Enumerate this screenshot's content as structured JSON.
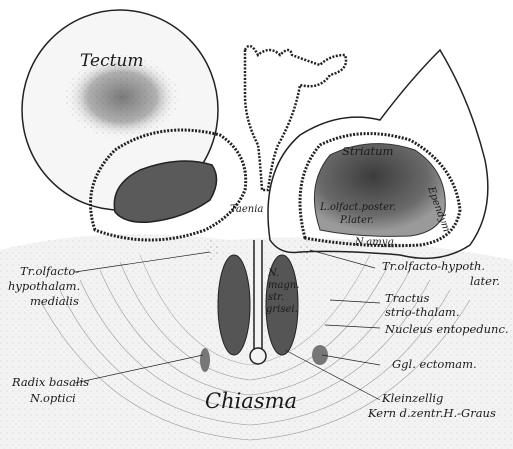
{
  "labels": {
    "tectum": "Tectum",
    "striatum": "Striatum",
    "taenia": "Taenia",
    "l_olfact": "L.olfact.poster.",
    "p_later": "P.later.",
    "ependym": "Ependym",
    "n_amyg": "N.amyg.",
    "n_magn_1": "N.",
    "n_magn_2": "magn.",
    "n_magn_3": "str.",
    "n_magn_4": "grisei.",
    "tr_olfacto_hyp_1": "Tr.olfacto-",
    "tr_olfacto_hyp_2": "hypothalam.",
    "tr_olfacto_hyp_3": "medialis",
    "tr_olfacto_lat_1": "Tr.olfacto-hypoth.",
    "tr_olfacto_lat_2": "later.",
    "tractus_1": "Tractus",
    "tractus_2": "strio-thalam.",
    "nucleus_ento": "Nucleus entopedunc.",
    "ggl_ectomam": "Ggl. ectomam.",
    "radix_1": "Radix basalis",
    "radix_2": "N.optici",
    "chiasma": "Chiasma",
    "kleinzellig_1": "Kleinzellig",
    "kleinzellig_2": "Kern d.zentr.H.-Graus"
  },
  "colors": {
    "ink": "#1a1a1a",
    "dark_fill": "#4a4a4a",
    "mid_fill": "#8c8c8c",
    "paper": "#ffffff"
  }
}
